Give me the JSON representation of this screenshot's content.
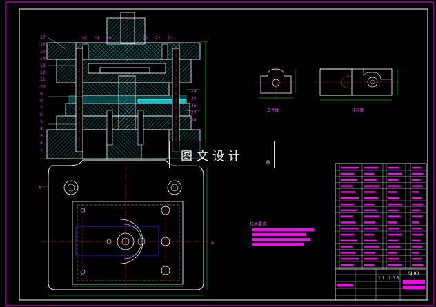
{
  "drawing": {
    "part_labels_left": [
      "17",
      "16",
      "15",
      "14",
      "13",
      "12",
      "11",
      "10",
      "9",
      "8",
      "7",
      "6",
      "5",
      "4",
      "3",
      "2",
      "1"
    ],
    "part_labels_top": [
      "18",
      "19",
      "20",
      "21",
      "22",
      "23"
    ],
    "part_labels_right": [
      "24",
      "25",
      "26",
      "27",
      "28"
    ],
    "workpiece_label": "工件图",
    "layout_label": "排样图",
    "tech_requirements_title": "技术要求:",
    "view_marker_a": "A",
    "drawing_number": "SJ-00",
    "title_block_value_1": "1:1",
    "title_block_value_2": "1:0.5"
  },
  "watermark": {
    "text": "图文设计",
    "suffix": "n"
  },
  "colors": {
    "border": "#ffffff",
    "outline": "#ffffff",
    "hatch": "#00c8c8",
    "green": "#00ff00",
    "magenta": "#ff00ff",
    "red": "#ff3030",
    "blue": "#3030ff",
    "yellow": "#ffff00"
  }
}
